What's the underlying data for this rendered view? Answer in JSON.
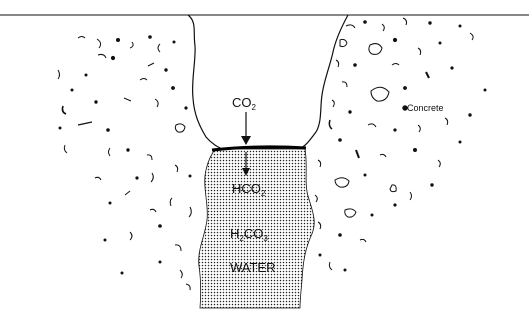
{
  "labels": {
    "co2": {
      "main": "CO",
      "sub": "2"
    },
    "hco2": {
      "main": "HCO",
      "sub": "2"
    },
    "h2co3": {
      "p1": "H",
      "s1": "2",
      "p2": "CO",
      "s2": "3"
    },
    "water": "WATER",
    "concrete": "Concrete"
  },
  "colors": {
    "ink": "#111111",
    "background": "#ffffff"
  }
}
